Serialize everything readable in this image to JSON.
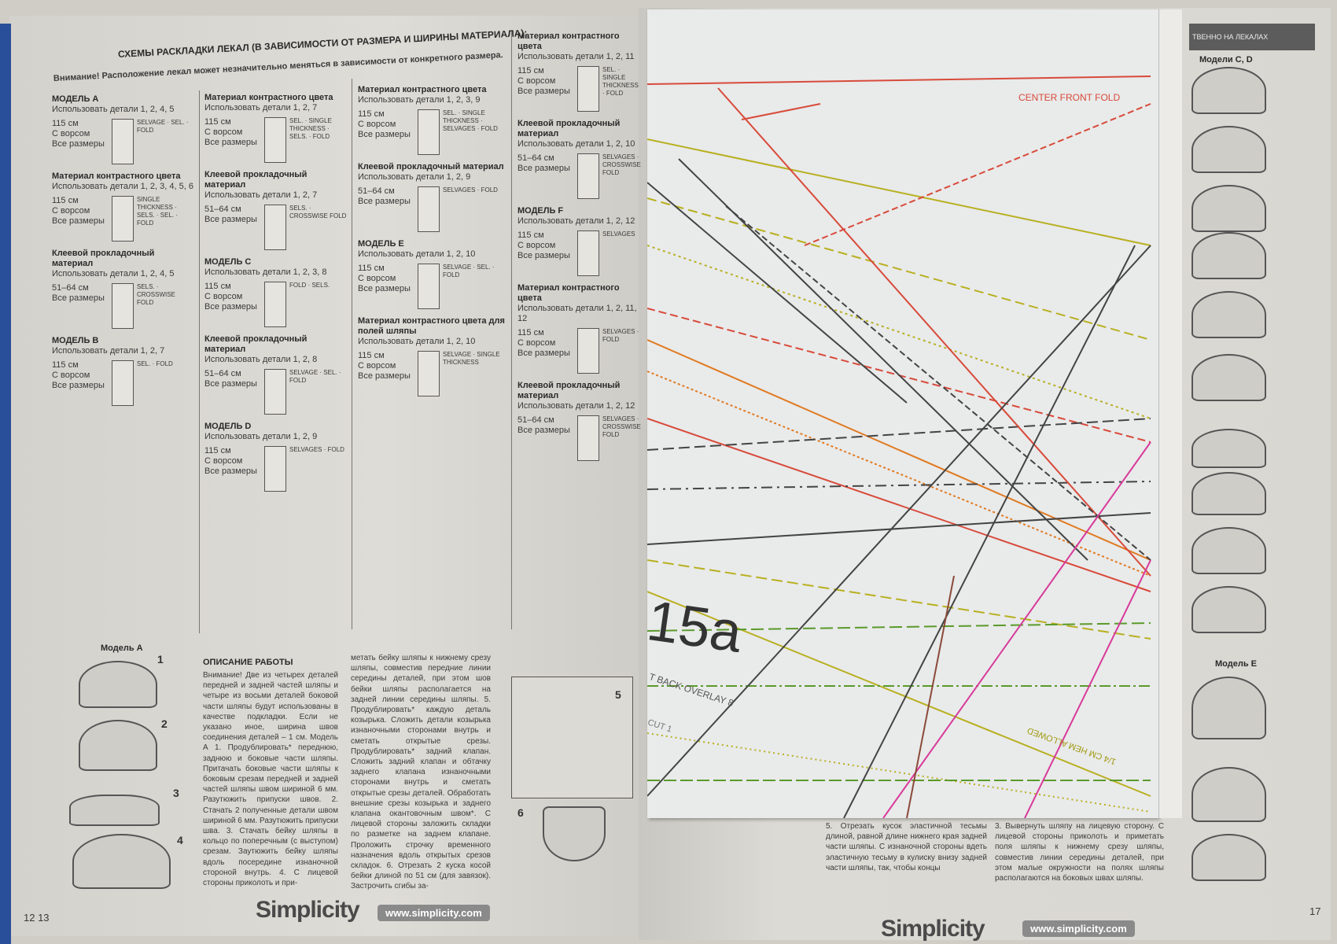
{
  "left_page": {
    "heading": "СХЕМЫ РАСКЛАДКИ ЛЕКАЛ (В ЗАВИСИМОСТИ ОТ РАЗМЕРА И ШИРИНЫ МАТЕРИАЛА):",
    "warning": "Внимание! Расположение лекал может незначительно меняться в зависимости от конкретного размера.",
    "blocks": [
      {
        "title": "МОДЕЛЬ А",
        "use": "Использовать детали 1, 2, 4, 5",
        "info": "115 см\nС ворсом\nВсе размеры",
        "labels": "SELVAGE · SEL. · FOLD"
      },
      {
        "title": "Материал контрастного цвета",
        "use": "Использовать детали 1, 2, 3, 4, 5, 6",
        "info": "115 см\nС ворсом\nВсе размеры",
        "labels": "SINGLE THICKNESS · SELS. · SEL. · FOLD"
      },
      {
        "title": "Клеевой прокладочный материал",
        "use": "Использовать детали 1, 2, 4, 5",
        "info": "51–64 см\nВсе размеры",
        "labels": "SELS. · CROSSWISE FOLD"
      },
      {
        "title": "МОДЕЛЬ B",
        "use": "Использовать детали 1, 2, 7",
        "info": "115 см\nС ворсом\nВсе размеры",
        "labels": "SEL. · FOLD"
      },
      {
        "title": "Материал контрастного цвета",
        "use": "Использовать детали 1, 2, 7",
        "info": "115 см\nС ворсом\nВсе размеры",
        "labels": "SEL. · SINGLE THICKNESS · SELS. · FOLD"
      },
      {
        "title": "Клеевой прокладочный материал",
        "use": "Использовать детали 1, 2, 7",
        "info": "51–64 см\nВсе размеры",
        "labels": "SELS. · CROSSWISE FOLD"
      },
      {
        "title": "МОДЕЛЬ C",
        "use": "Использовать детали 1, 2, 3, 8",
        "info": "115 см\nС ворсом\nВсе размеры",
        "labels": "FOLD · SELS."
      },
      {
        "title": "Клеевой прокладочный материал",
        "use": "Использовать детали 1, 2, 8",
        "info": "51–64 см\nВсе размеры",
        "labels": "SELVAGE · SEL. · FOLD"
      },
      {
        "title": "МОДЕЛЬ D",
        "use": "Использовать детали 1, 2, 9",
        "info": "115 см\nС ворсом\nВсе размеры",
        "labels": "SELVAGES · FOLD"
      },
      {
        "title": "Материал контрастного цвета",
        "use": "Использовать детали 1, 2, 3, 9",
        "info": "115 см\nС ворсом\nВсе размеры",
        "labels": "SEL. · SINGLE THICKNESS · SELVAGES · FOLD"
      },
      {
        "title": "Клеевой прокладочный материал",
        "use": "Использовать детали 1, 2, 9",
        "info": "51–64 см\nВсе размеры",
        "labels": "SELVAGES · FOLD"
      },
      {
        "title": "МОДЕЛЬ E",
        "use": "Использовать детали 1, 2, 10",
        "info": "115 см\nС ворсом\nВсе размеры",
        "labels": "SELVAGE · SEL. · FOLD"
      },
      {
        "title": "Материал контрастного цвета для полей шляпы",
        "use": "Использовать детали 1, 2, 10",
        "info": "115 см\nС ворсом\nВсе размеры",
        "labels": "SELVAGE · SINGLE THICKNESS"
      },
      {
        "title": "Материал контрастного цвета",
        "use": "Использовать детали 1, 2, 11",
        "info": "115 см\nС ворсом\nВсе размеры",
        "labels": "SEL. · SINGLE THICKNESS · FOLD"
      },
      {
        "title": "Клеевой прокладочный материал",
        "use": "Использовать детали 1, 2, 10",
        "info": "51–64 см\nВсе размеры",
        "labels": "SELVAGES · CROSSWISE FOLD"
      },
      {
        "title": "МОДЕЛЬ F",
        "use": "Использовать детали 1, 2, 12",
        "info": "115 см\nС ворсом\nВсе размеры",
        "labels": "SELVAGES"
      },
      {
        "title": "Материал контрастного цвета",
        "use": "Использовать детали 1, 2, 11, 12",
        "info": "115 см\nС ворсом\nВсе размеры",
        "labels": "SELVAGES · FOLD"
      },
      {
        "title": "Клеевой прокладочный материал",
        "use": "Использовать детали 1, 2, 12",
        "info": "51–64 см\nВсе размеры",
        "labels": "SELVAGES · CROSSWISE FOLD"
      }
    ],
    "illus_title": "Модель A",
    "desc_title": "ОПИСАНИЕ РАБОТЫ",
    "desc_col1": "Внимание! Две из четырех деталей передней и задней частей шляпы и четыре из восьми деталей боковой части шляпы будут использованы в качестве подкладки. Если не указано иное, ширина швов соединения деталей – 1 см. Модель А 1. Продублировать* переднюю, заднюю и боковые части шляпы. Притачать боковые части шляпы к боковым срезам передней и задней частей шляпы швом шириной 6 мм. Разутюжить припуски швов. 2. Стачать 2 полученные детали швом шириной 6 мм. Разутюжить припуски шва. 3. Стачать бейку шляпы в кольцо по поперечным (с выступом) срезам. Заутюжить бейку шляпы вдоль посередине изнаночной стороной внутрь. 4. С лицевой стороны приколоть и при-",
    "desc_col2": "метать бейку шляпы к нижнему срезу шляпы, совместив передние линии середины деталей, при этом шов бейки шляпы располагается на задней линии середины шляпы. 5. Продублировать* каждую деталь козырька. Сложить детали козырька изнаночными сторонами внутрь и сметать открытые срезы. Продублировать* задний клапан. Сложить задний клапан и обтачку заднего клапана изнаночными сторонами внутрь и сметать открытые срезы деталей. Обработать внешние срезы козырька и заднего клапана окантовочным швом*. С лицевой стороны заложить складки по разметке на заднем клапане. Проложить строчку временного назначения вдоль открытых срезов складок. 6. Отрезать 2 куска косой бейки длиной по 51 см (для завязок). Застрочить сгибы за-",
    "page_nums": "12 13",
    "logo": "Simplicity",
    "url": "www.simplicity.com"
  },
  "right_page": {
    "pattern_label": "CENTER FRONT FOLD",
    "piece_number": "15a",
    "piece_text": "T BACK OVERLAY 8",
    "cut_text": "CUT 1",
    "hem_text": "1/4 CM HEM ALLOWED",
    "strip_header": "ТВЕННО НА ЛЕКАЛАХ",
    "models_cd": "Модели C, D",
    "model_e": "Модель E",
    "text_col1": "5. Отрезать кусок эластичной тесьмы длиной, равной длине нижнего края задней части шляпы. С изнаночной стороны вдеть эластичную тесьму в кулиску внизу задней части шляпы, так, чтобы концы",
    "text_col2": "3. Вывернуть шляпу на лицевую сторону. С лицевой стороны приколоть и приметать поля шляпы к нижнему срезу шляпы, совместив линии середины деталей, при этом малые окружности на полях шляпы располагаются на боковых швах шляпы.",
    "logo": "Simplicity",
    "url": "www.simplicity.com",
    "page_num": "17"
  },
  "colors": {
    "red": "#d84a3a",
    "olive": "#b8b020",
    "orange": "#e07a20",
    "magenta": "#d83a9a",
    "green": "#5a9a2a",
    "dark": "#444444"
  }
}
